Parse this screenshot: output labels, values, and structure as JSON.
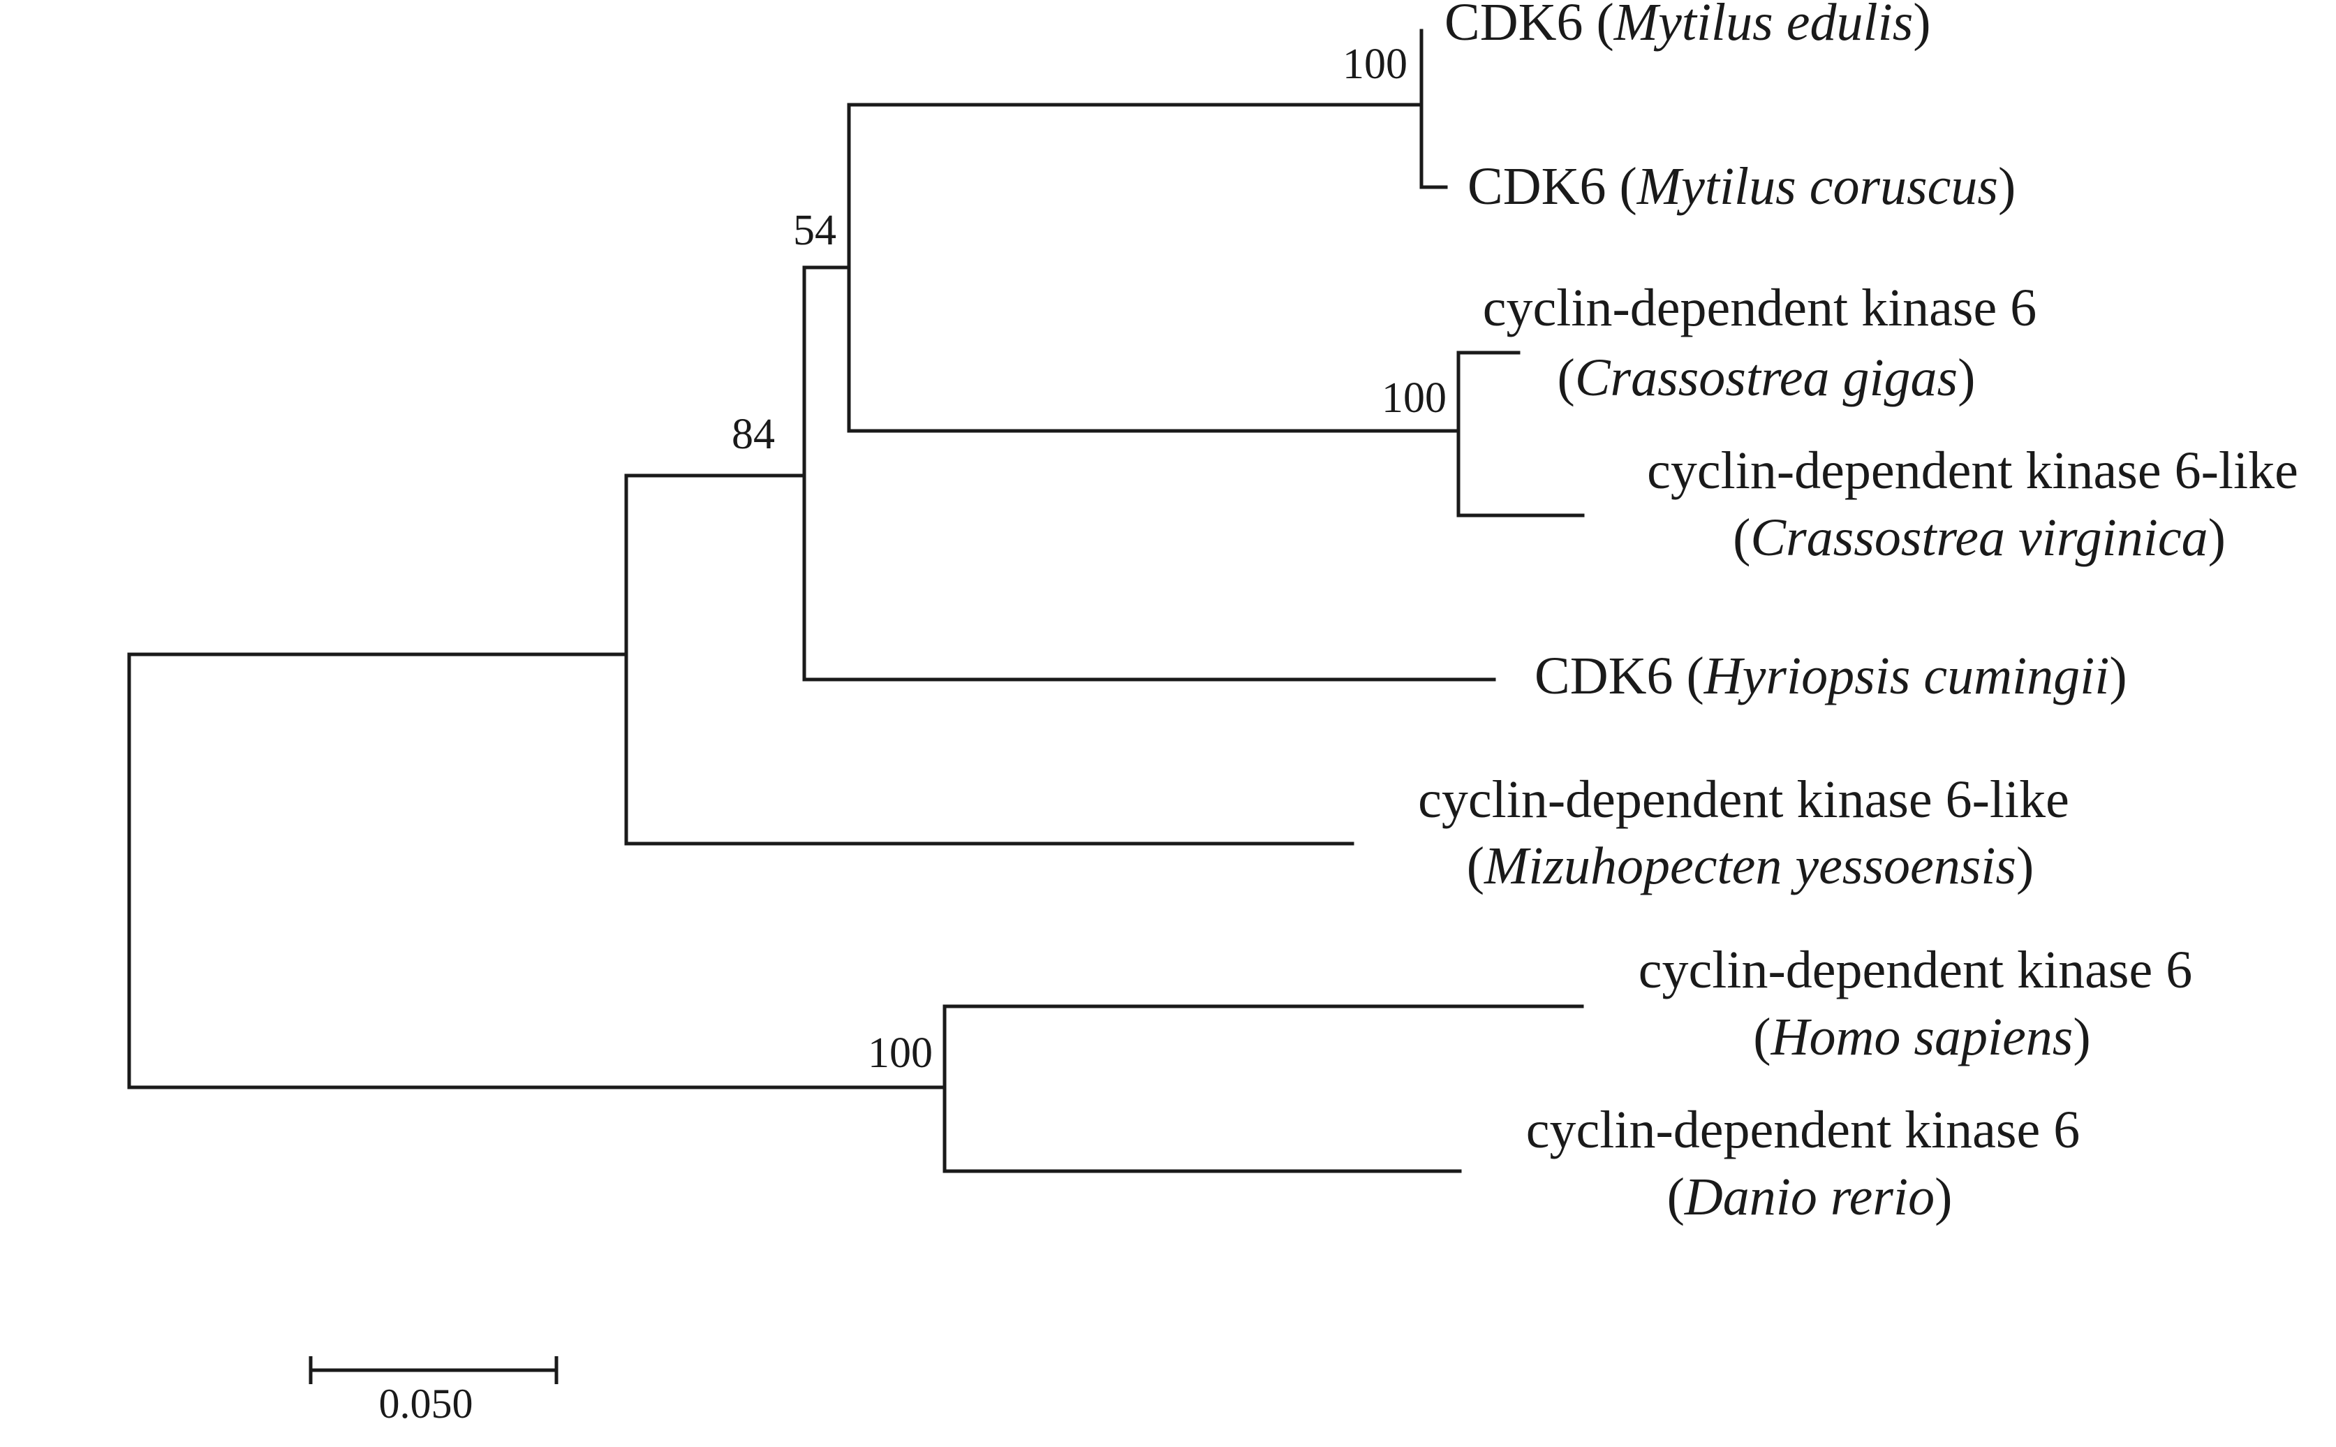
{
  "tree": {
    "taxa": [
      {
        "id": "t1",
        "prefix": "CDK6 (",
        "species": "Mytilus edulis",
        "suffix": ")"
      },
      {
        "id": "t2",
        "prefix": "CDK6 (",
        "species": "Mytilus coruscus",
        "suffix": ")"
      },
      {
        "id": "t3",
        "line1": "cyclin-dependent kinase 6",
        "species": "Crassostrea gigas"
      },
      {
        "id": "t4",
        "line1": "cyclin-dependent kinase 6-like",
        "species": "Crassostrea virginica"
      },
      {
        "id": "t5",
        "prefix": "CDK6 (",
        "species": "Hyriopsis cumingii",
        "suffix": ")"
      },
      {
        "id": "t6",
        "line1": "cyclin-dependent kinase 6-like",
        "species": "Mizuhopecten yessoensis"
      },
      {
        "id": "t7",
        "line1": "cyclin-dependent kinase 6",
        "species": "Homo sapiens"
      },
      {
        "id": "t8",
        "line1": "cyclin-dependent kinase 6",
        "species": "Danio rerio"
      }
    ],
    "bootstrap": {
      "mytilus_clade": "100",
      "crassostrea_clade": "100",
      "mytilus_crassostrea_clade": "54",
      "bivalve_ingroup_clade": "84",
      "vertebrate_clade": "100"
    },
    "scale_bar": {
      "value": 0.05,
      "label": "0.050"
    }
  }
}
